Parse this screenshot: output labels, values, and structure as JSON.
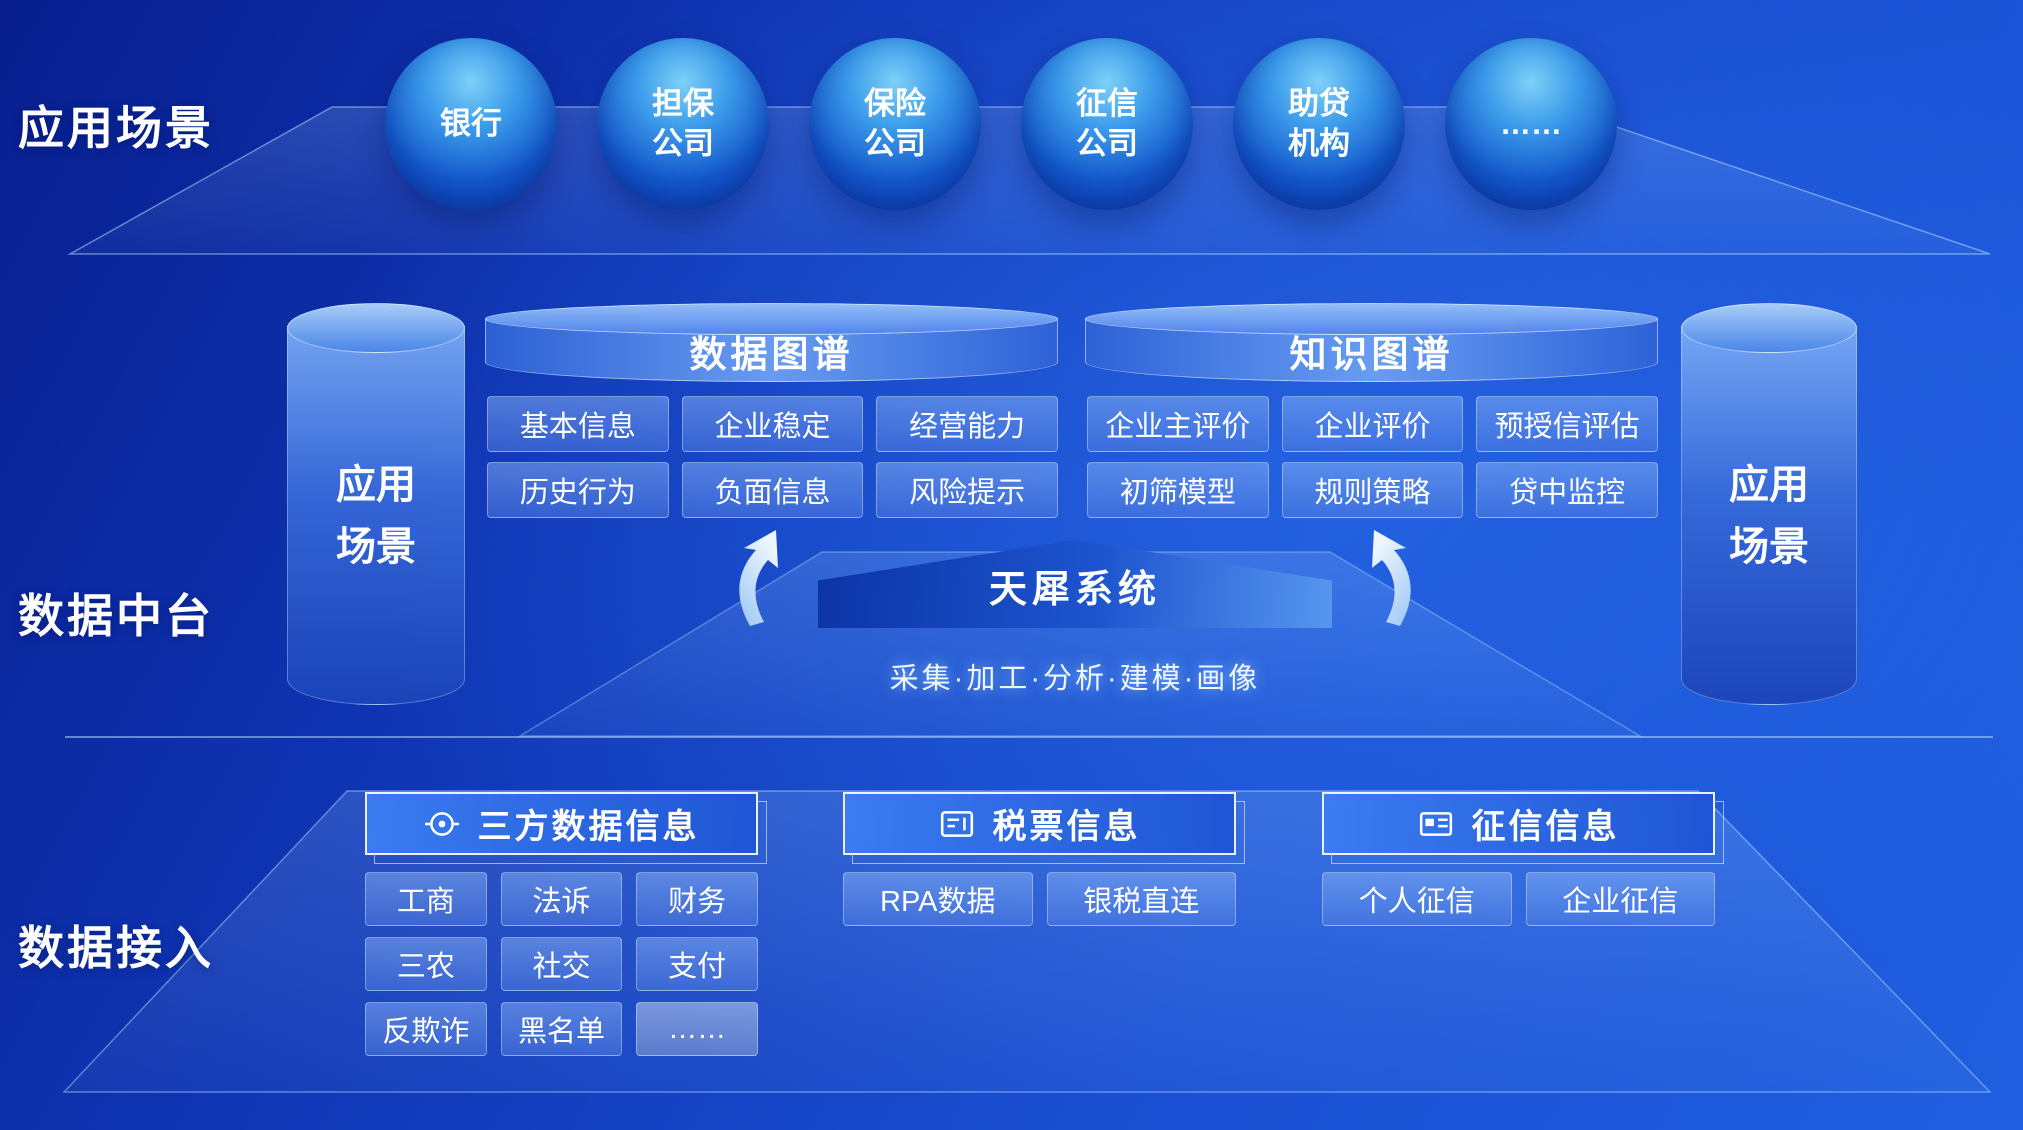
{
  "sections": {
    "top_label": "应用场景",
    "middle_label": "数据中台",
    "bottom_label": "数据接入"
  },
  "scenarios": [
    "银行",
    "担保公司",
    "保险公司",
    "征信公司",
    "助贷机构",
    "……"
  ],
  "platform": {
    "left_cylinder_label": "应用场景",
    "right_cylinder_label": "应用场景",
    "data_graph": {
      "title": "数据图谱",
      "chips": [
        "基本信息",
        "企业稳定",
        "经营能力",
        "历史行为",
        "负面信息",
        "风险提示"
      ]
    },
    "knowledge_graph": {
      "title": "知识图谱",
      "chips": [
        "企业主评价",
        "企业评价",
        "预授信评估",
        "初筛模型",
        "规则策略",
        "贷中监控"
      ]
    },
    "system": {
      "name": "天犀系统",
      "pipeline": "采集·加工·分析·建模·画像"
    }
  },
  "access": {
    "groups": [
      {
        "title": "三方数据信息",
        "icon": "target-icon",
        "chips": [
          "工商",
          "法诉",
          "财务",
          "三农",
          "社交",
          "支付",
          "反欺诈",
          "黑名单",
          "……"
        ]
      },
      {
        "title": "税票信息",
        "icon": "invoice-icon",
        "chips": [
          "RPA数据",
          "银税直连"
        ]
      },
      {
        "title": "征信信息",
        "icon": "id-card-icon",
        "chips": [
          "个人征信",
          "企业征信"
        ]
      }
    ]
  },
  "colors": {
    "background_dark": "#0a23a0",
    "background_light": "#1f5fe0",
    "sphere_blue": "#2e8fe0",
    "chip_blue": "#5e8fd9",
    "header_blue": "#2e6ce4",
    "text": "#ffffff"
  }
}
